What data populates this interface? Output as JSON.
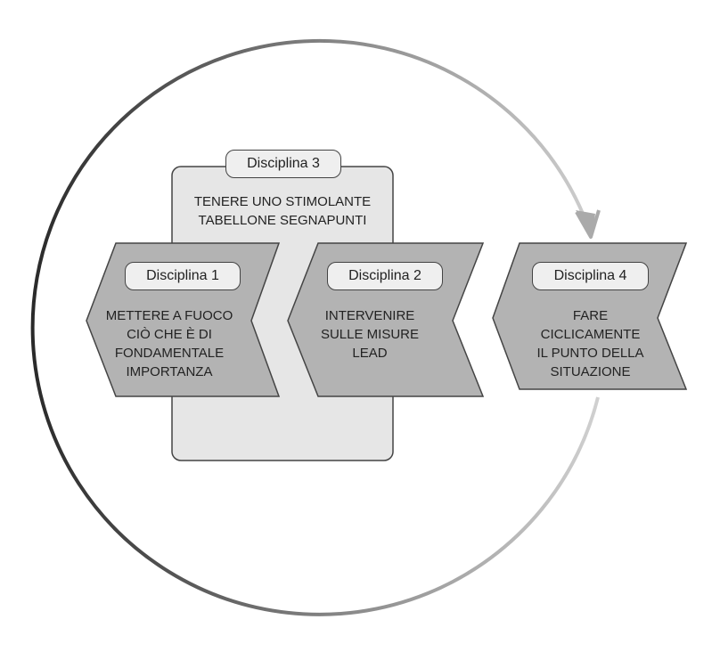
{
  "diagram": {
    "discipline3": {
      "label": "Disciplina 3",
      "text": "TENERE UNO STIMOLANTE\nTABELLONE SEGNAPUNTI"
    },
    "discipline1": {
      "label": "Disciplina 1",
      "text": "METTERE A FUOCO\nCIÒ CHE È DI\nFONDAMENTALE\nIMPORTANZA"
    },
    "discipline2": {
      "label": "Disciplina 2",
      "text": "INTERVENIRE\nSULLE MISURE\nLEAD"
    },
    "discipline4": {
      "label": "Disciplina 4",
      "text": "FARE\nCICLICAMENTE\nIL PUNTO DELLA\nSITUAZIONE"
    },
    "colors": {
      "chevron": "#b3b3b3",
      "box": "#e6e6e6",
      "pill": "#efefef",
      "stroke": "#444444"
    }
  }
}
